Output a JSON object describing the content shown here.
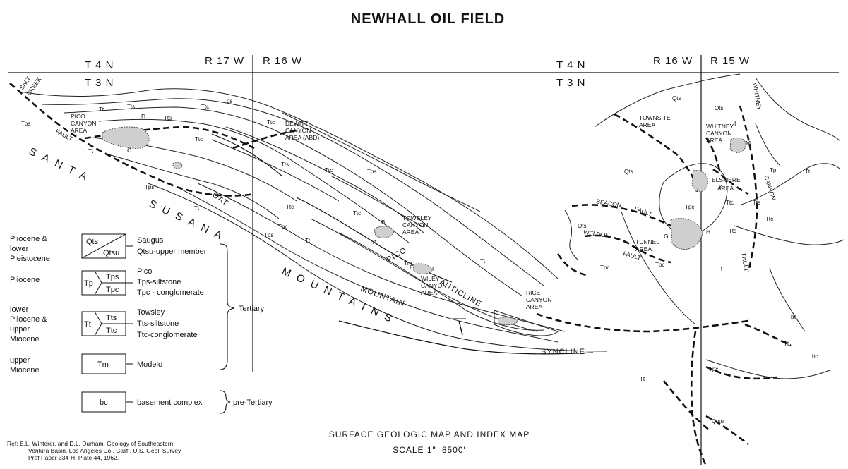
{
  "title": "NEWHALL OIL FIELD",
  "grid": {
    "t4n_left": "T 4 N",
    "t3n_left": "T 3 N",
    "r17w": "R 17 W",
    "r16w_left": "R 16 W",
    "t4n_right": "T 4 N",
    "t3n_right": "T 3 N",
    "r16w_right": "R 16 W",
    "r15w": "R 15 W"
  },
  "areas": {
    "pico_canyon": [
      "PICO",
      "CANYON",
      "AREA"
    ],
    "dewitt_canyon": [
      "DEWITT",
      "CANYON",
      "AREA (ABD)"
    ],
    "towsley_canyon": [
      "TOWSLEY",
      "CANYON",
      "AREA"
    ],
    "wiley_canyon": [
      "WILEY",
      "CANYON",
      "AREA"
    ],
    "rice_canyon": [
      "RICE",
      "CANYON",
      "AREA"
    ],
    "townsite": [
      "TOWNSITE",
      "AREA"
    ],
    "whitney_canyon": [
      "WHITNEY",
      "CANYON",
      "AREA"
    ],
    "elsmere": [
      "ELSMERE",
      "AREA"
    ],
    "tunnel": [
      "TUNNEL",
      "AREA"
    ]
  },
  "features": {
    "salt": "SALT",
    "creek": "CREEK",
    "fault": "FAULT",
    "santa": "SANTA",
    "susana": "SUSANA",
    "mountains": "MOUNTAINS",
    "oat": "OAT",
    "mountain": "MOUNTAIN",
    "syncline": "SYNCLINE",
    "pico": "PICO",
    "anticline": "ANTICLINE",
    "beacon": "BEACON",
    "weldon": "WELDON",
    "whitney": "WHITNEY",
    "canyon": "CANYON"
  },
  "units": {
    "tps": "Tps",
    "tt": "Tt",
    "tts": "Tts",
    "ttc": "Ttc",
    "tpc": "Tpc",
    "qts": "Qts",
    "tp": "Tp",
    "tm": "Tm",
    "bc": "bc",
    "qtsu": "Qtsu"
  },
  "point_letters": [
    "D",
    "C",
    "B",
    "A",
    "E",
    "F",
    "G",
    "H",
    "J",
    "K",
    "M",
    "I"
  ],
  "legend": [
    {
      "age": [
        "Pliocene &",
        "lower",
        "Pleistocene"
      ],
      "sym": [
        "Qts",
        "Qtsu"
      ],
      "desc": [
        "Saugus",
        "Qtsu-upper member"
      ]
    },
    {
      "age": [
        "Pliocene"
      ],
      "sym": [
        "Tp",
        "Tps",
        "Tpc"
      ],
      "desc": [
        "Pico",
        "Tps-siltstone",
        "Tpc - conglomerate"
      ]
    },
    {
      "age": [
        "lower",
        "Pliocene &",
        "upper",
        "Miocene"
      ],
      "sym": [
        "Tt",
        "Tts",
        "Ttc"
      ],
      "desc": [
        "Towsley",
        "Tts-siltstone",
        "Ttc-conglomerate"
      ]
    },
    {
      "age": [
        "upper",
        "Miocene"
      ],
      "sym": [
        "Tm"
      ],
      "desc": [
        "Modelo"
      ]
    },
    {
      "age": [],
      "sym": [
        "bc"
      ],
      "desc": [
        "basement complex"
      ]
    }
  ],
  "legend_groups": {
    "tertiary": "Tertiary",
    "pre_tertiary": "pre-Tertiary"
  },
  "reference": [
    "Ref: E.L. Winterer, and D.L. Durham, Geology of Southeastern",
    "Ventura Basin, Los Angeles Co., Calif., U.S. Geol. Survey",
    "Prof Paper 334-H, Plate 44, 1962."
  ],
  "caption": {
    "line1": "SURFACE GEOLOGIC MAP AND INDEX MAP",
    "line2": "SCALE 1\"=8500'"
  }
}
